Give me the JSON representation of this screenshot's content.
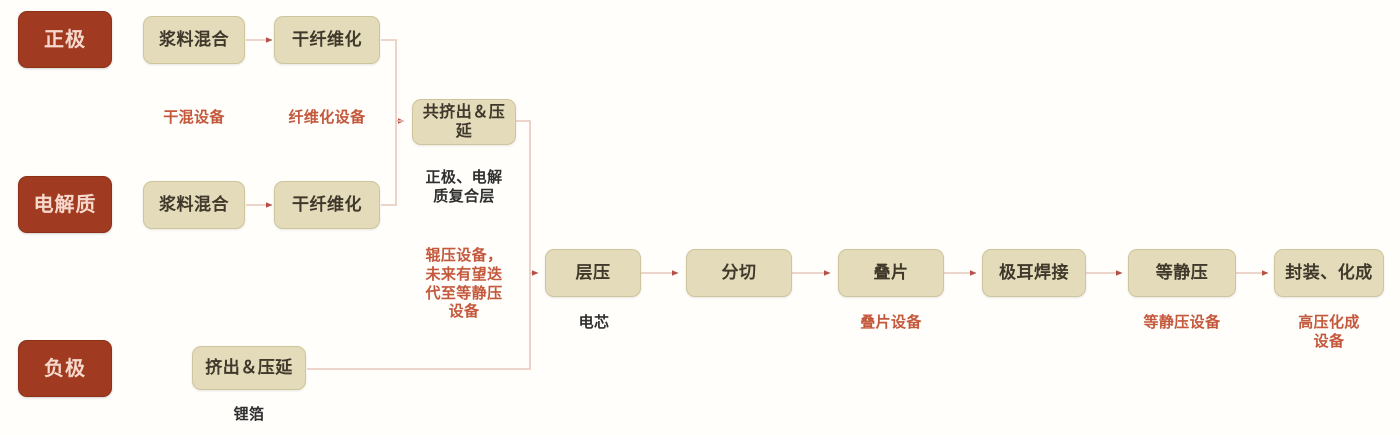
{
  "meta": {
    "title": "固态电池干法电极制造工艺流程图",
    "background_color": "#fffefb",
    "category_box_color": "#a03a20",
    "step_box_color": "#e3dbba",
    "accent_label_color": "#c4583c",
    "dark_label_color": "#2f2f2f",
    "connector_color": "#e8c7bd"
  },
  "categories": [
    {
      "label": "正极"
    },
    {
      "label": "电解质"
    },
    {
      "label": "负极"
    }
  ],
  "steps": {
    "cathode_mix": "浆料混合",
    "cathode_fiber": "干纤维化",
    "electrolyte_mix": "浆料混合",
    "electrolyte_fiber": "干纤维化",
    "coextrude": "共挤出＆压\n延",
    "anode_extrude": "挤出＆压延",
    "laminate": "层压",
    "slit": "分切",
    "stack": "叠片",
    "tab_weld": "极耳焊接",
    "isostatic": "等静压",
    "package_formation": "封装、化成"
  },
  "captions": {
    "dry_mix_equipment": "干混设备",
    "fiber_equipment": "纤维化设备",
    "composite_layer": "正极、电解\n质复合层",
    "roll_press_equipment": "辊压设备，\n未来有望迭\n代至等静压\n设备",
    "lithium_foil": "锂箔",
    "cell": "电芯",
    "stacking_equipment": "叠片设备",
    "isostatic_equipment": "等静压设备",
    "high_pressure_formation_equipment": "高压化成\n设备"
  }
}
